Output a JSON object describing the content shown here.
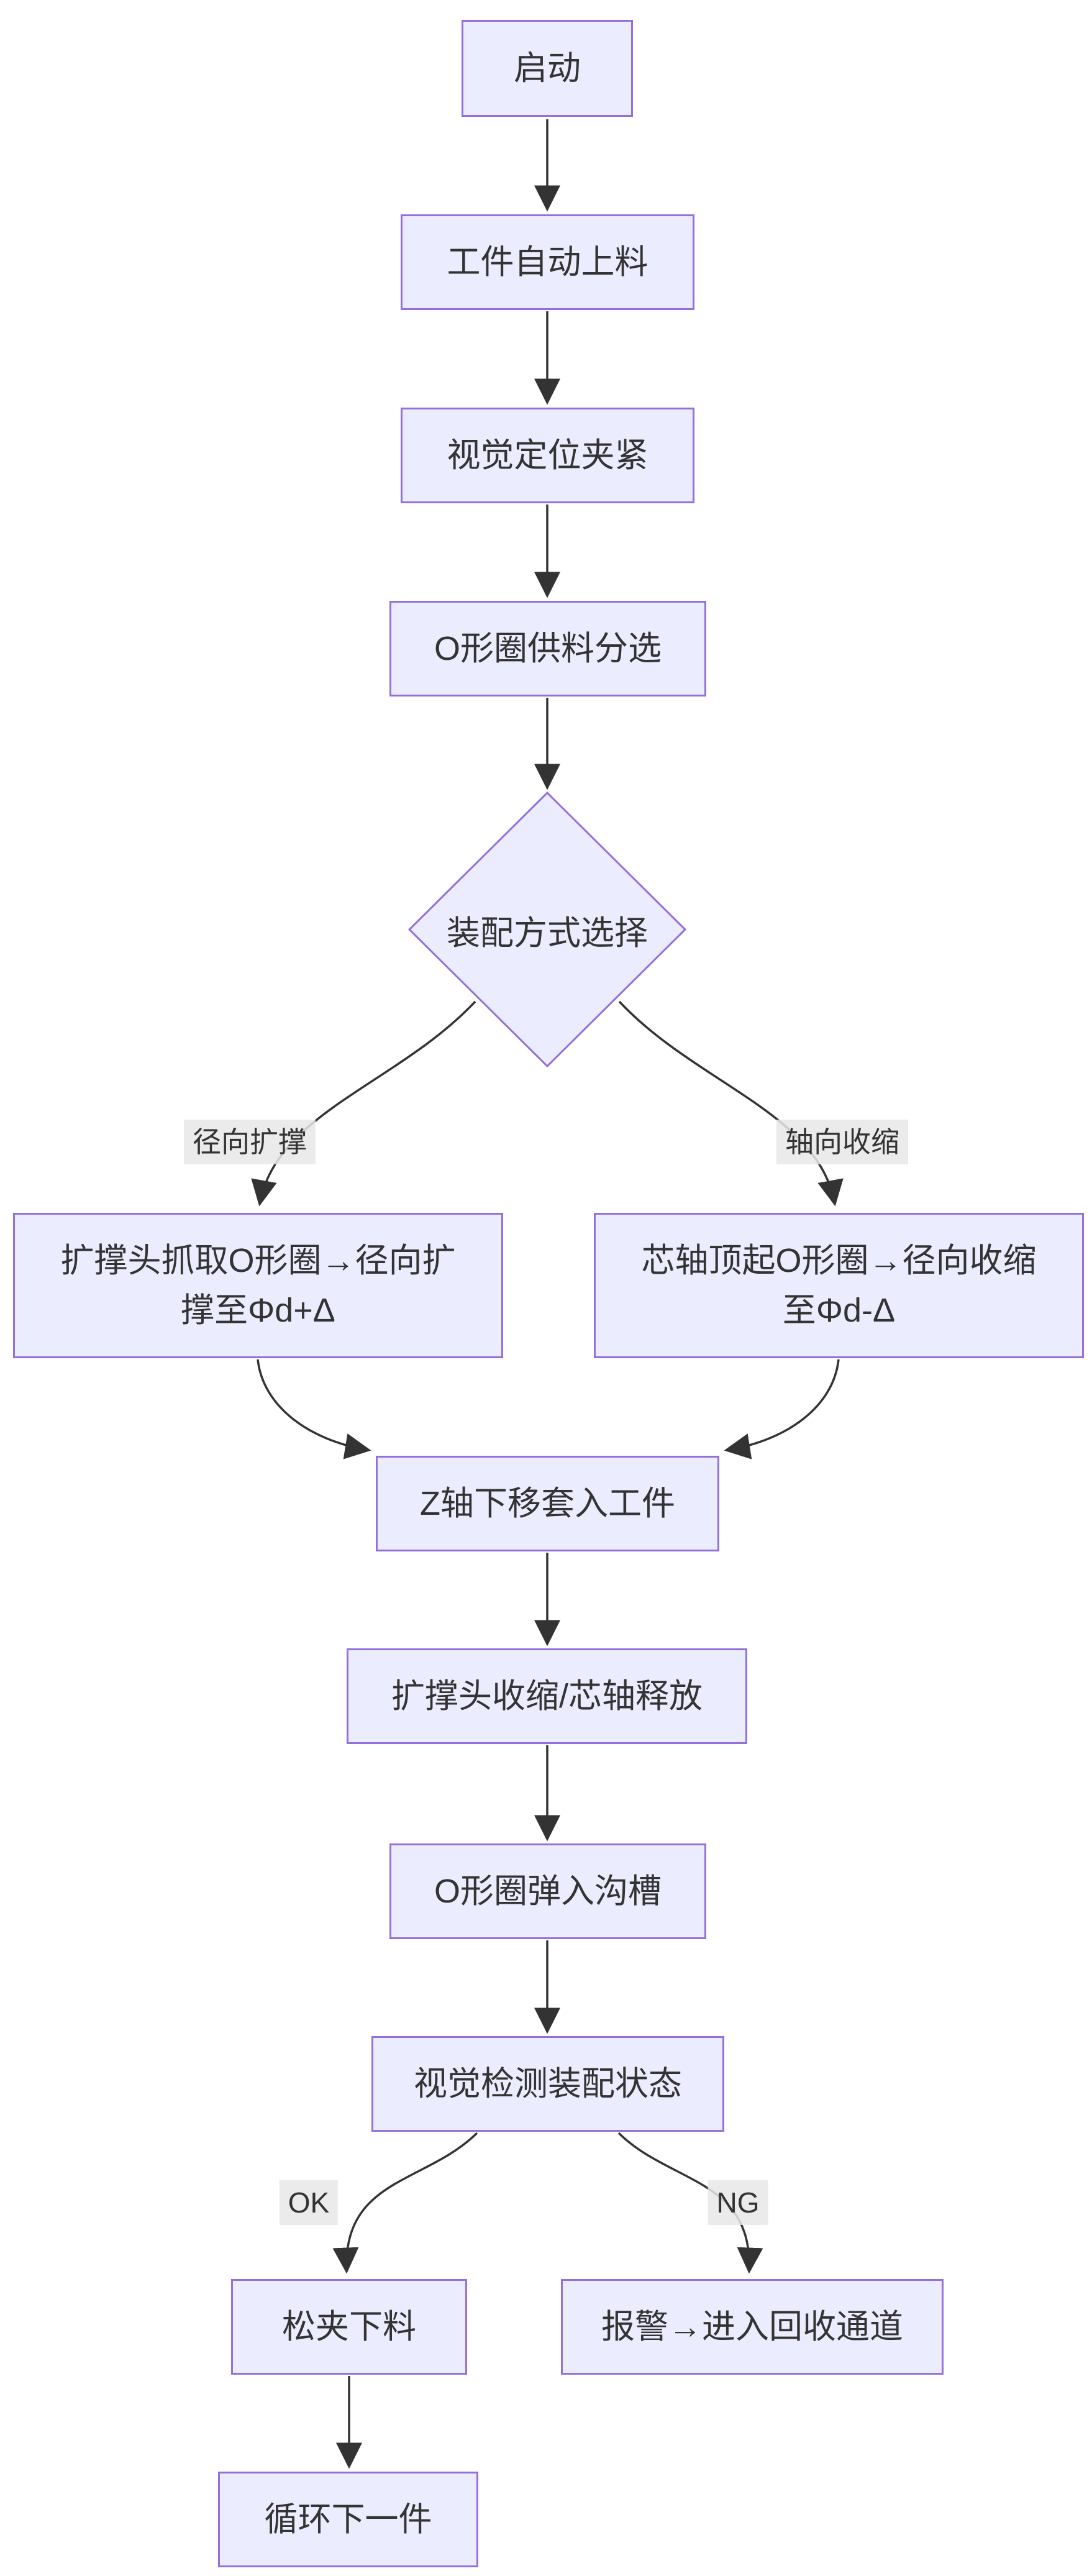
{
  "diagram": {
    "type": "flowchart",
    "nodes": {
      "start": "启动",
      "auto_load": "工件自动上料",
      "vision_clamp": "视觉定位夹紧",
      "oring_feed": "O形圈供料分选",
      "decision": "装配方式选择",
      "radial_expand": "扩撑头抓取O形圈→径向扩撑至Φd+Δ",
      "axial_shrink": "芯轴顶起O形圈→径向收缩至Φd-Δ",
      "z_insert": "Z轴下移套入工件",
      "release": "扩撑头收缩/芯轴释放",
      "snap_in": "O形圈弹入沟槽",
      "vision_check": "视觉检测装配状态",
      "unload": "松夹下料",
      "alarm_recycle": "报警→进入回收通道",
      "loop_next": "循环下一件"
    },
    "edge_labels": {
      "radial": "径向扩撑",
      "axial": "轴向收缩",
      "ok": "OK",
      "ng": "NG"
    },
    "colors": {
      "node_fill": "#ECECFF",
      "node_border": "#9370DB",
      "edge_line": "#333333",
      "edge_label_bg": "#e8e8e8",
      "text": "#333333"
    }
  }
}
